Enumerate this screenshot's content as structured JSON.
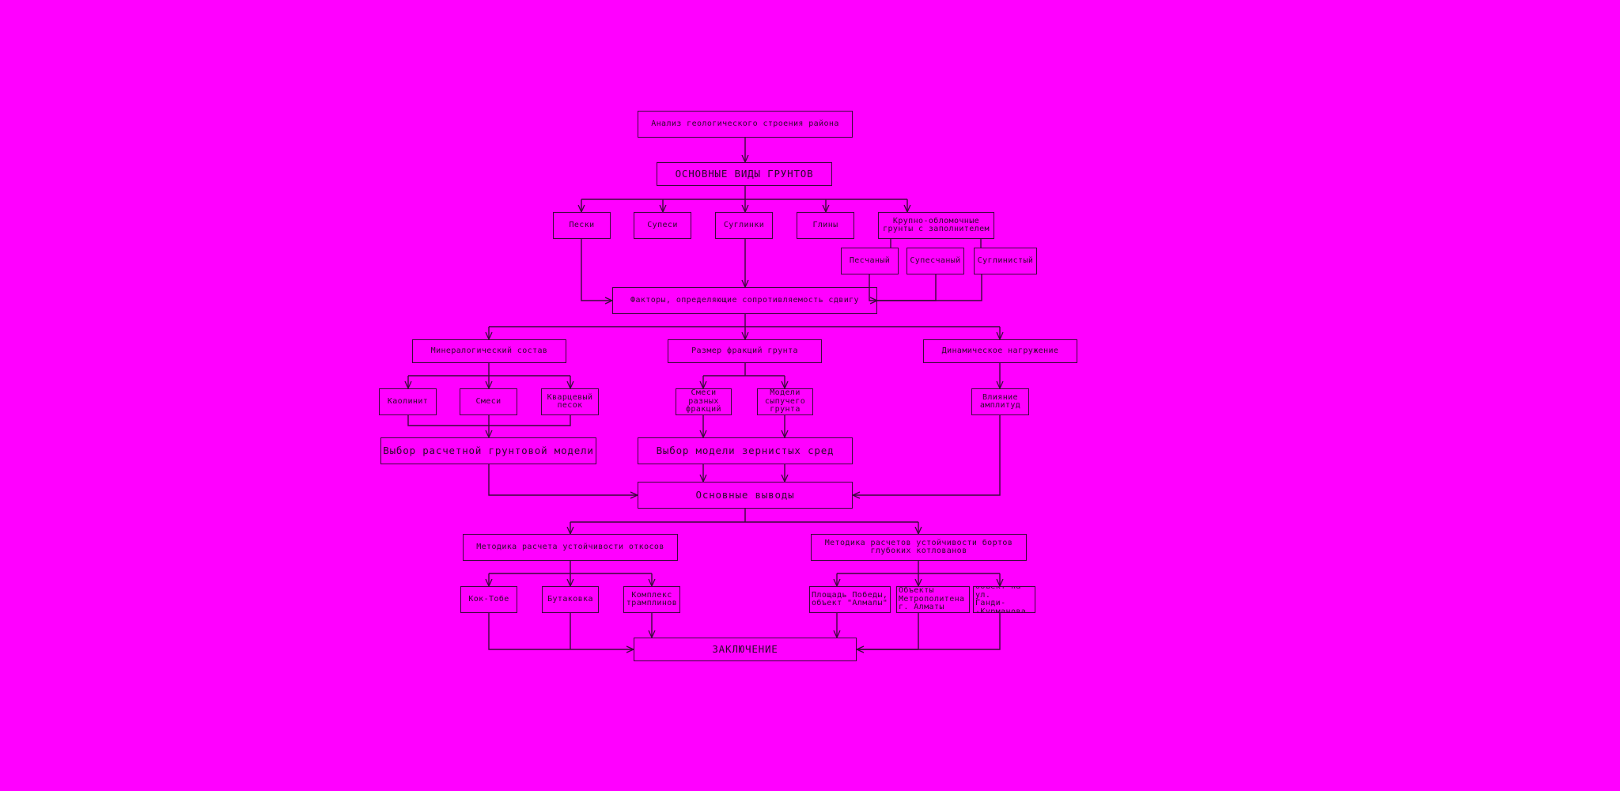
{
  "colors": {
    "background": "#FF00FF",
    "line": "#3a0a3a",
    "text": "#2a0a2a"
  },
  "nodes": {
    "analysis": "Анализ геологического строения района",
    "soil_types": "ОСНОВНЫЕ ВИДЫ ГРУНТОВ",
    "sands": "Пески",
    "sandy_loam": "Супеси",
    "loams": "Суглинки",
    "clays": "Глины",
    "coarse": "Крупно-обломочные\nгрунты с заполнителем",
    "sandy": "Песчаный",
    "sandy_loamy": "Супесчаный",
    "loamy": "Суглинистый",
    "factors": "Факторы, определяющие сопротивляемость сдвигу",
    "mineral": "Минералогический состав",
    "fraction_size": "Размер фракций грунта",
    "dynamic_load": "Динамическое нагружение",
    "kaolinite": "Каолинит",
    "mixes": "Смеси",
    "quartz_sand": "Кварцевый\nпесок",
    "fraction_mix": "Смеси\nразных\nфракций",
    "bulk_models": "Модели\nсыпучего\nгрунта",
    "amplitude": "Влияние\nамплитуд",
    "calc_model": "Выбор расчетной грунтовой модели",
    "granular_model": "Выбор модели зернистых сред",
    "conclusions": "Основные выводы",
    "slope_method": "Методика расчета устойчивости откосов",
    "pit_method": "Методика расчетов устойчивости бортов\nглубоких котлованов",
    "kok_tobe": "Кок-Тобе",
    "butakovka": "Бутаковка",
    "springboard": "Комплекс\nтрамплинов",
    "victory_square": "Площадь Победы,\nобъект \"Алмалы\"",
    "metro": "Объекты\nМетрополитена\nг. Алматы",
    "gandi": "Объект на ул.\nГанди-\n-Курманова",
    "final": "ЗАКЛЮЧЕНИЕ"
  }
}
